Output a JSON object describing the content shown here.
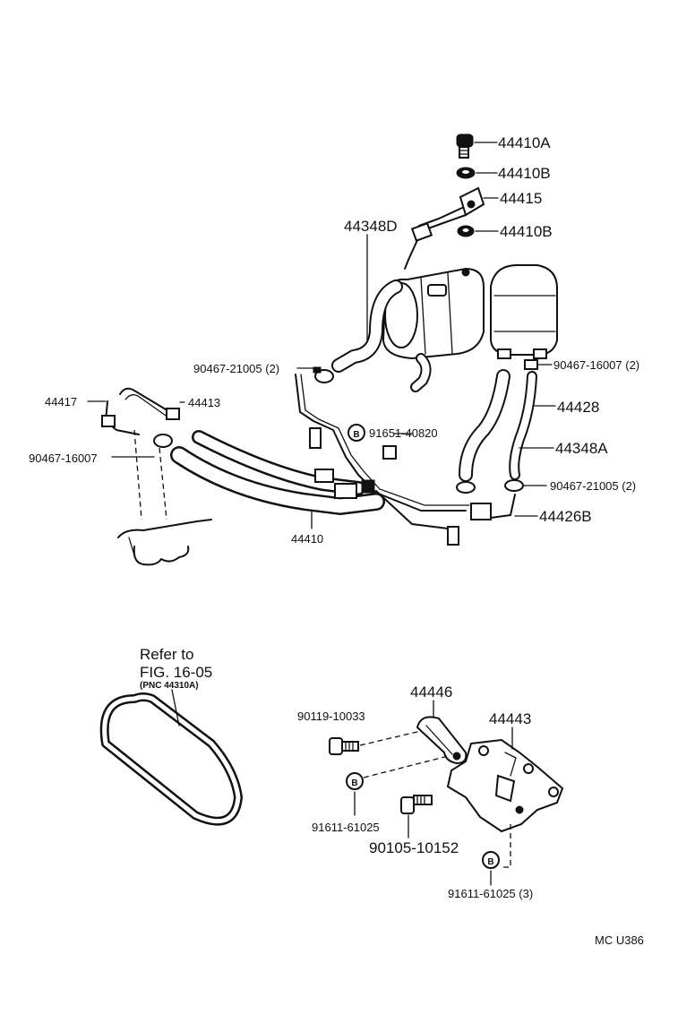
{
  "labels": {
    "p44410A": "44410A",
    "p44410B_top": "44410B",
    "p44415": "44415",
    "p44410B_mid": "44410B",
    "p44348D": "44348D",
    "p90467_21005_left": "90467-21005 (2)",
    "p90467_16007_right": "90467-16007 (2)",
    "p44417": "44417",
    "p44413": "44413",
    "p44428": "44428",
    "p91651_40820": "91651-40820",
    "p44348A": "44348A",
    "p90467_16007_left": "90467-16007",
    "p90467_21005_right": "90467-21005 (2)",
    "p44426B": "44426B",
    "p44410": "44410",
    "refer_to": "Refer to",
    "fig_ref": "FIG. 16-05",
    "pnc_ref": "(PNC 44310A)",
    "p44446": "44446",
    "p90119_10033": "90119-10033",
    "p44443": "44443",
    "p91611_61025": "91611-61025",
    "p90105_10152": "90105-10152",
    "p91611_61025_3": "91611-61025 (3)",
    "diagram_code": "MC  U386",
    "b_marker": "B"
  }
}
